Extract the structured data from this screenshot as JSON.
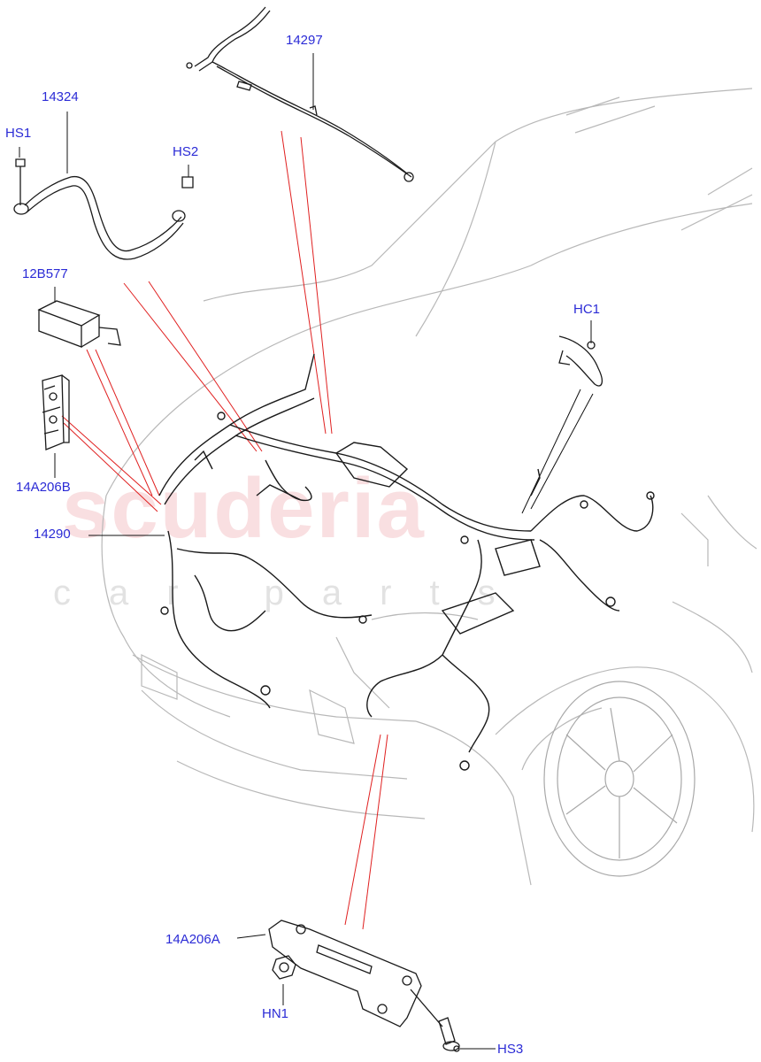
{
  "watermark": {
    "brand": "scuderia",
    "sub": "car parts"
  },
  "callouts": {
    "c14297": "14297",
    "c14324": "14324",
    "hs1": "HS1",
    "hs2": "HS2",
    "c12b577": "12B577",
    "hc1": "HC1",
    "c14a206b": "14A206B",
    "c14290": "14290",
    "c14a206a": "14A206A",
    "hn1": "HN1",
    "hs3": "HS3"
  },
  "colors": {
    "label": "#2b2bd6",
    "leader": "#e02020",
    "line": "#1a1a1a",
    "car_outline": "#b0b0b0"
  }
}
